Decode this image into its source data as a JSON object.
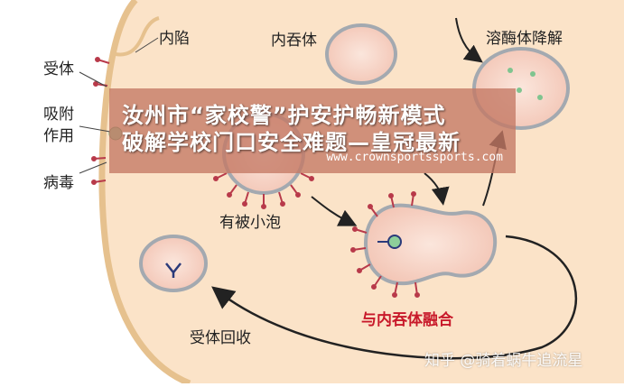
{
  "labels": {
    "receptor": "受体",
    "adsorption_line1": "吸附",
    "adsorption_line2": "作用",
    "virus": "病毒",
    "invagination": "内陷",
    "endosome": "内吞体",
    "lysosome_degradation": "溶酶体降解",
    "coated_vesicle": "有被小泡",
    "endosome_fusion": "与内吞体融合",
    "receptor_recycling": "受体回收"
  },
  "overlay": {
    "headline_line1": "汝州市“家校警”护安护畅新模式",
    "headline_line2": "破解学校门口安全难题—皇冠最新",
    "url": "www.crownsportssports.com"
  },
  "watermark": "知乎 @骑着蜗牛追流星",
  "colors": {
    "cell_fill": "#fbe3c8",
    "membrane": "#e8c79a",
    "vesicle_fill": "#f6d2c5",
    "vesicle_stroke": "#a3a9b0",
    "spike": "#b83a4a",
    "virus": "#8ecf9a",
    "receptor": "#2a3a7a",
    "label_red": "#c8192a"
  }
}
